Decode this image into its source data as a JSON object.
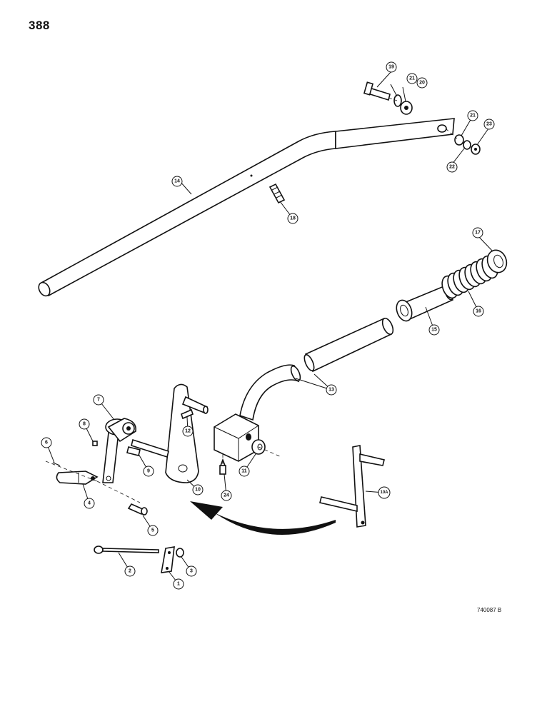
{
  "page": {
    "number": "388",
    "drawing_number": "740087 B"
  },
  "callouts": [
    {
      "id": "c1",
      "label": "1"
    },
    {
      "id": "c2",
      "label": "2"
    },
    {
      "id": "c3",
      "label": "3"
    },
    {
      "id": "c4",
      "label": "4"
    },
    {
      "id": "c5",
      "label": "5"
    },
    {
      "id": "c6",
      "label": "6"
    },
    {
      "id": "c7",
      "label": "7"
    },
    {
      "id": "c8",
      "label": "8"
    },
    {
      "id": "c9",
      "label": "9"
    },
    {
      "id": "c10",
      "label": "10"
    },
    {
      "id": "c10a",
      "label": "10A"
    },
    {
      "id": "c11",
      "label": "11"
    },
    {
      "id": "c12",
      "label": "12"
    },
    {
      "id": "c13",
      "label": "13"
    },
    {
      "id": "c14",
      "label": "14"
    },
    {
      "id": "c15",
      "label": "15"
    },
    {
      "id": "c16",
      "label": "16"
    },
    {
      "id": "c17",
      "label": "17"
    },
    {
      "id": "c18",
      "label": "18"
    },
    {
      "id": "c19",
      "label": "19"
    },
    {
      "id": "c20",
      "label": "20"
    },
    {
      "id": "c21a",
      "label": "21"
    },
    {
      "id": "c21b",
      "label": "21"
    },
    {
      "id": "c22",
      "label": "22"
    },
    {
      "id": "c23",
      "label": "23"
    },
    {
      "id": "c24",
      "label": "24"
    }
  ]
}
